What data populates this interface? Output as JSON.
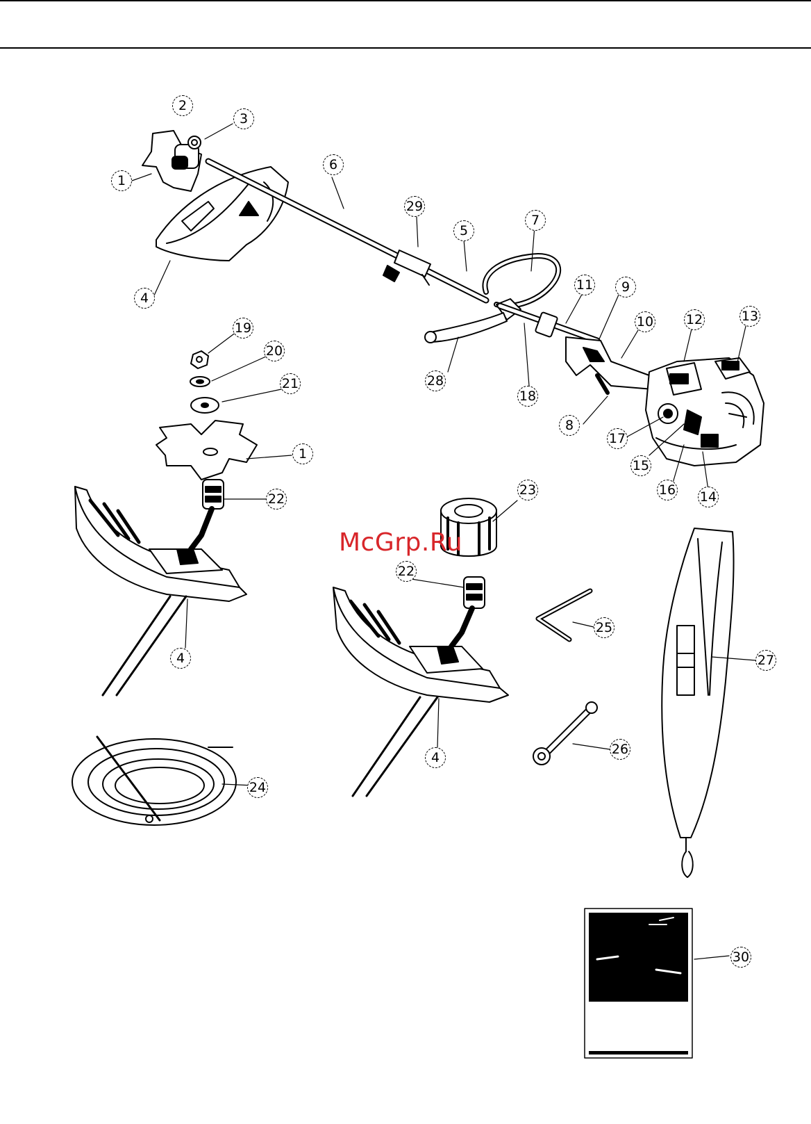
{
  "watermark": "McGrp.Ru",
  "callouts": [
    {
      "label": "1"
    },
    {
      "label": "2"
    },
    {
      "label": "3"
    },
    {
      "label": "4"
    },
    {
      "label": "5"
    },
    {
      "label": "6"
    },
    {
      "label": "7"
    },
    {
      "label": "8"
    },
    {
      "label": "9"
    },
    {
      "label": "10"
    },
    {
      "label": "11"
    },
    {
      "label": "12"
    },
    {
      "label": "13"
    },
    {
      "label": "14"
    },
    {
      "label": "15"
    },
    {
      "label": "16"
    },
    {
      "label": "17"
    },
    {
      "label": "18"
    },
    {
      "label": "19"
    },
    {
      "label": "20"
    },
    {
      "label": "21"
    },
    {
      "label": "1"
    },
    {
      "label": "22"
    },
    {
      "label": "4"
    },
    {
      "label": "23"
    },
    {
      "label": "22"
    },
    {
      "label": "25"
    },
    {
      "label": "27"
    },
    {
      "label": "4"
    },
    {
      "label": "26"
    },
    {
      "label": "24"
    },
    {
      "label": "28"
    },
    {
      "label": "29"
    },
    {
      "label": "30"
    }
  ]
}
